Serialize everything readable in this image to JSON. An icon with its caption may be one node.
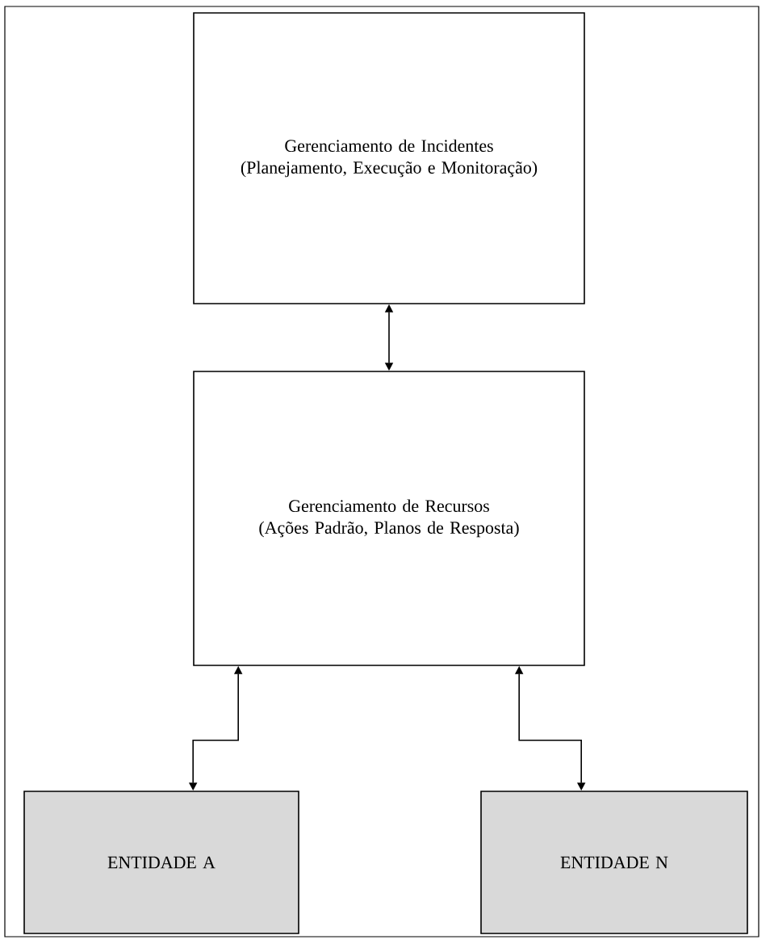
{
  "diagram": {
    "nodes": [
      {
        "text": [
          "Gerenciamento de Incidentes",
          "(Planejamento, Execução e Monitoração)"
        ]
      },
      {
        "text": [
          "Gerenciamento de Recursos",
          "(Ações Padrão, Planos de Resposta)"
        ]
      },
      {
        "text": [
          "ENTIDADE A"
        ]
      },
      {
        "text": [
          "ENTIDADE N"
        ]
      }
    ],
    "edges": [
      {
        "from": 0,
        "to": 1,
        "arrow": "both"
      },
      {
        "from": 1,
        "to": 2,
        "arrow": "both"
      },
      {
        "from": 1,
        "to": 3,
        "arrow": "both"
      }
    ]
  }
}
